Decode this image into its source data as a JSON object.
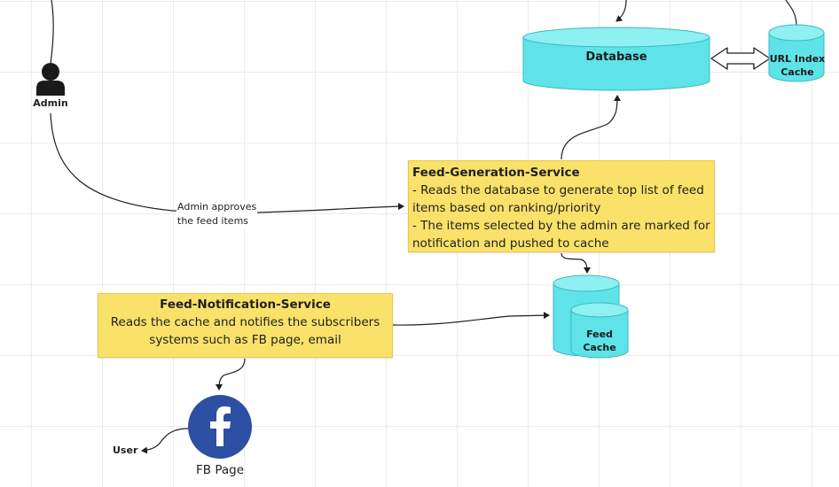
{
  "nodes": {
    "admin": {
      "label": "Admin",
      "icon": "person-icon"
    },
    "database": {
      "label": "Database"
    },
    "url_index_cache": {
      "label_line1": "URL Index",
      "label_line2": "Cache"
    },
    "feed_cache": {
      "label_line1": "Feed",
      "label_line2": "Cache"
    },
    "user": {
      "label": "User"
    },
    "fb_page": {
      "label": "FB Page",
      "icon": "facebook-icon"
    }
  },
  "notes": {
    "feed_generation": {
      "title": "Feed-Generation-Service",
      "lines": [
        "- Reads the database to generate top list of feed",
        "items based on ranking/priority",
        "- The items selected by the admin are marked for",
        "notification and pushed to cache"
      ]
    },
    "feed_notification": {
      "title": "Feed-Notification-Service",
      "lines": [
        "Reads the cache and notifies the subscribers",
        "systems such as FB page, email"
      ]
    }
  },
  "edges": {
    "admin_approves": {
      "line1": "Admin approves",
      "line2": "the feed items"
    }
  },
  "colors": {
    "sticky": "#fae16a",
    "cylinder": "#5ee3e8",
    "cylinder_top": "#8ef0f2",
    "facebook": "#2d4fa3",
    "connector": "#1f1f1f"
  }
}
